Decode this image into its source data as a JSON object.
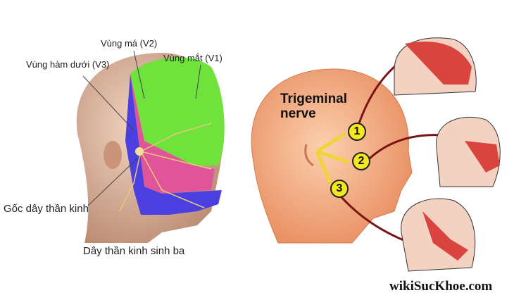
{
  "left_figure": {
    "labels": {
      "v2": "Vùng má (V2)",
      "v3": "Vùng hàm dưới (V3)",
      "v1": "Vùng mắt (V1)",
      "root": "Gốc dây thần kinh",
      "caption": "Dây thần kinh sinh ba"
    },
    "colors": {
      "v1": "#6fe23c",
      "v2": "#e0559a",
      "v3": "#4b3fe0",
      "skin": "#e2b79c"
    }
  },
  "right_figure": {
    "title": "Trigeminal nerve",
    "branches": [
      "1",
      "2",
      "3"
    ],
    "colors": {
      "skin": "#f0a77f",
      "arrow": "#7a1414",
      "marker": "#f3e81e",
      "highlight": "#d9443f"
    }
  },
  "watermark": "wikiSucKhoe.com"
}
